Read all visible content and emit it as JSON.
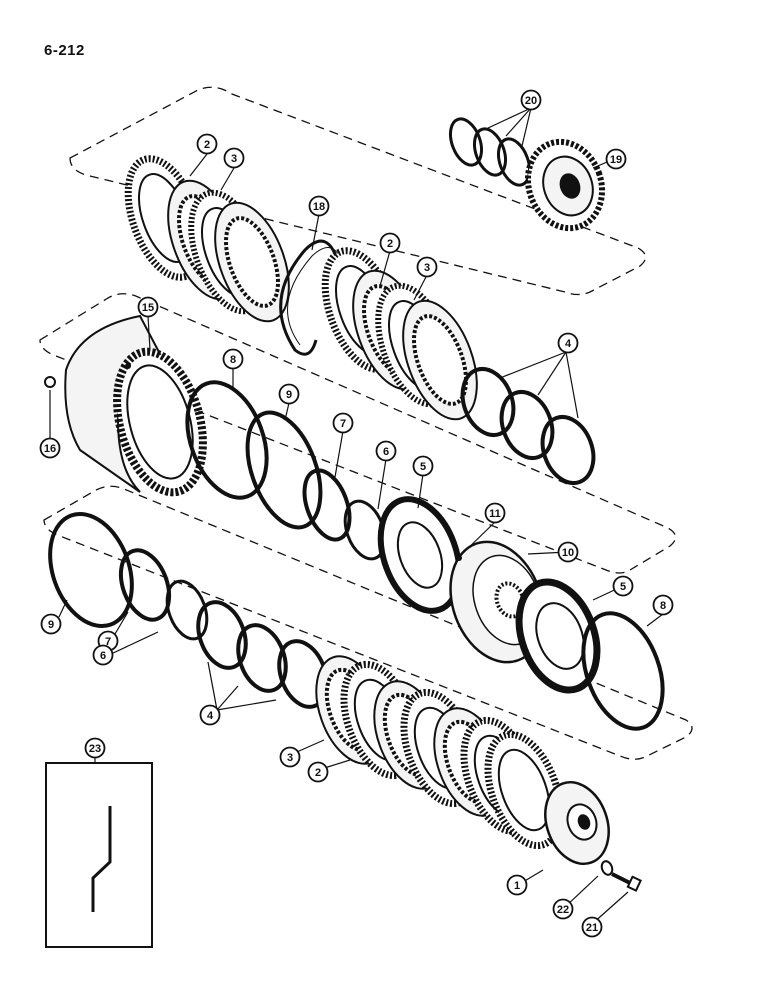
{
  "page": {
    "number": "6-212"
  },
  "callouts": {
    "c1": "1",
    "c2a": "2",
    "c3a": "3",
    "c18": "18",
    "c20": "20",
    "c19": "19",
    "c2b": "2",
    "c3b": "3",
    "c15": "15",
    "c16": "16",
    "c8a": "8",
    "c9a": "9",
    "c7a": "7",
    "c6a": "6",
    "c5a": "5",
    "c4a": "4",
    "c11": "11",
    "c10": "10",
    "c5b": "5",
    "c8b": "8",
    "c9b": "9",
    "c7b": "7",
    "c6b": "6",
    "c4b": "4",
    "c3c": "3",
    "c2c": "2",
    "c22": "22",
    "c21": "21",
    "c23": "23"
  },
  "colors": {
    "ink": "#111111",
    "paper": "#ffffff",
    "part_fill": "#f4f4f4"
  }
}
